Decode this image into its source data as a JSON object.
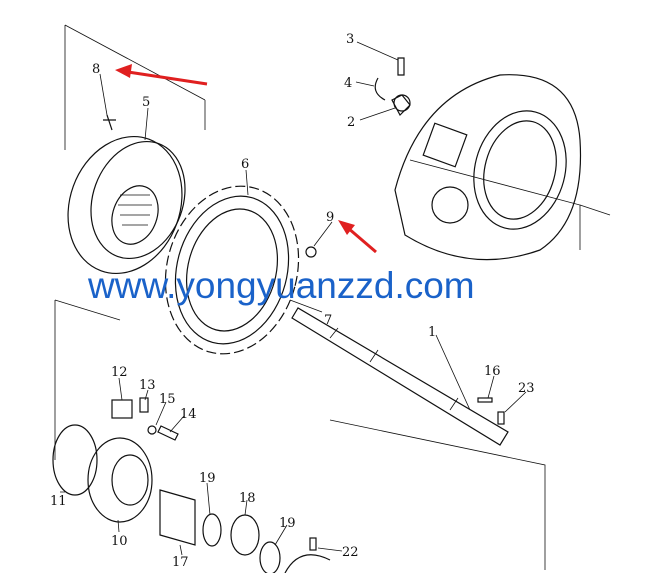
{
  "watermark": "www.yongyuanzzd.com",
  "colors": {
    "watermark": "#1a62c9",
    "arrow": "#e02020",
    "line": "#111111"
  },
  "part_labels": [
    "1",
    "2",
    "3",
    "4",
    "5",
    "6",
    "7",
    "8",
    "9",
    "10",
    "11",
    "12",
    "13",
    "14",
    "15",
    "16",
    "17",
    "18",
    "19",
    "19",
    "22",
    "23"
  ]
}
